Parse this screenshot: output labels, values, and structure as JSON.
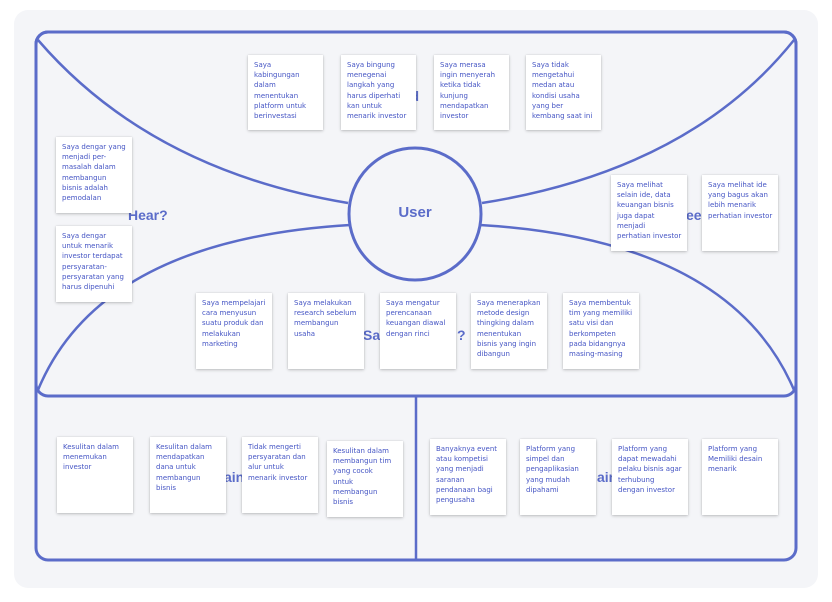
{
  "center": {
    "label": "User"
  },
  "section_labels": {
    "top": "nd",
    "left": "Hear?",
    "right": "ee",
    "bottom": "Sa           ?",
    "bottom_left": "ain",
    "bottom_right": "ain"
  },
  "stickies": {
    "think_1": "Saya\nkabingungan\ndalam\nmenentukan\nplatform untuk\nberinvestasi",
    "think_2": "Saya bingung\nmenegenai\nlangkah yang\nharus diperhati\nkan untuk\nmenarik investor",
    "think_3": "Saya merasa\ningin menyerah\nketika tidak\nkunjung\nmendapatkan\ninvestor",
    "think_4": "Saya tidak\nmengetahui\nmedan atau\nkondisi usaha\nyang ber\nkembang saat ini",
    "hear_1": "Saya dengar yang\nmenjadi per-\nmasalah dalam\nmembangun\nbisnis adalah\npemodalan",
    "hear_2": "Saya dengar\nuntuk menarik\ninvestor terdapat\npersyaratan-\npersyaratan yang\nharus dipenuhi",
    "see_1": "Saya melihat\nselain ide, data\nkeuangan bisnis\njuga dapat\nmenjadi\nperhatian investor",
    "see_2": "Saya melihat ide\nyang bagus akan\nlebih menarik\nperhatian investor",
    "say_1": "Saya mempelajari\ncara menyusun\nsuatu produk dan\nmelakukan\nmarketing",
    "say_2": "Saya melakukan\nresearch sebelum\nmembangun\nusaha",
    "say_3": "Saya mengatur\nperencanaan\nkeuangan diawal\ndengan rinci",
    "say_4": "Saya menerapkan\nmetode design\nthingking dalam\nmenentukan\nbisnis yang ingin\ndibangun",
    "say_5": "Saya membentuk\ntim yang memiliki\nsatu visi dan\nberkompeten\npada bidangnya\nmasing-masing",
    "pain_1": "Kesulitan dalam\nmenemukan\ninvestor",
    "pain_2": "Kesulitan dalam\nmendapatkan\ndana untuk\nmembangun\nbisnis",
    "pain_3": "Tidak mengerti\npersyaratan dan\nalur untuk\nmenarik investor",
    "pain_4": "Kesulitan dalam\nmembangun tim\nyang cocok\nuntuk\nmembangun\nbisnis",
    "gain_1": "Banyaknya event\natau kompetisi\nyang menjadi\nsaranan\npendanaan bagi\npengusaha",
    "gain_2": "Platform yang\nsimpel dan\npengaplikasian\nyang mudah\ndipahami",
    "gain_3": "Platform yang\ndapat mewadahi\npelaku bisnis agar\nterhubung\ndengan investor",
    "gain_4": "Platform yang\nMemiliki desain\nmenarik"
  },
  "colors": {
    "line": "#5b6cc9",
    "sticky_text": "#4555c4",
    "background": "#f4f5f8",
    "sticky_bg": "#ffffff"
  }
}
